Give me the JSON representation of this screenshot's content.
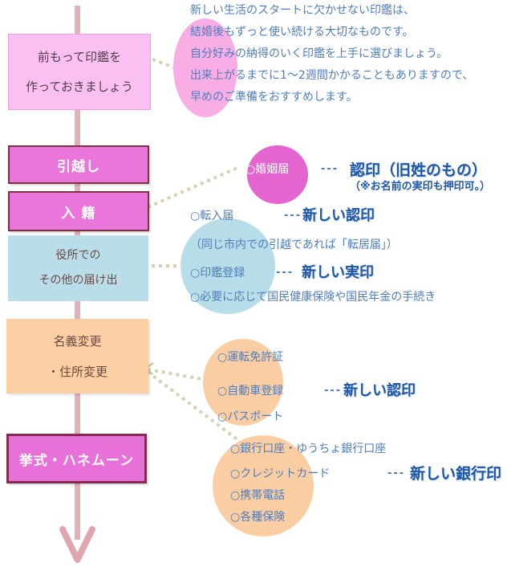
{
  "colors": {
    "timeline_pink": "#E3B0B7",
    "magenta_box_fill": "#EB76DB",
    "magenta_box_border": "#7E3240",
    "intro_box_fill": "#FBC0F2",
    "light_blue_fill": "#B9DEE9",
    "peach_fill": "#FBCFA3",
    "pink_circle_fill": "#E465D0",
    "pale_pink_ellipse": "#F8AEE4",
    "body_text_blue": "#4E7DBE",
    "emphasis_blue": "#1C57A8",
    "box_text_brown": "#6C4A43",
    "dotted_connector_tan": "#D8D0B3"
  },
  "intro": {
    "box_line1": "前もって印鑑を",
    "box_line2": "作っておきましょう",
    "paragraph": [
      "新しい生活のスタートに欠かせない印鑑は、",
      "結婚後もずっと使い続ける大切なものです。",
      "自分好みの納得のいく印鑑を上手に選びましょう。",
      "出来上がるまでに1～2週間かかることもありますので、",
      "早めのご準備をおすすめします。"
    ]
  },
  "steps": {
    "moving": "引越し",
    "marriage_registration": "入 籍",
    "city_office_line1": "役所での",
    "city_office_line2": "その他の届け出",
    "name_change_line1": "名義変更",
    "name_change_line2": "・住所変更",
    "ceremony_honeymoon": "挙式・ハネムーン"
  },
  "marriage_group": {
    "item": "○婚姻届",
    "dashes": "---",
    "seal": "認印（旧姓のもの）",
    "note": "（※お名前の実印も押印可。）"
  },
  "office_group": {
    "row1_item": "○転入届",
    "row1_dashes": "---",
    "row1_seal": "新しい認印",
    "row2_note": "（同じ市内での引越であれば「転居届」）",
    "row3_item": "○印鑑登録",
    "row3_dashes": "---",
    "row3_seal": "新しい実印",
    "row4_item": "○必要に応じて国民健康保険や国民年金の手続き"
  },
  "documents_group": {
    "item1": "○運転免許証",
    "item2": "○自動車登録",
    "item3": "○パスポート",
    "dashes": "---",
    "seal": "新しい認印"
  },
  "accounts_group": {
    "item1": "○銀行口座・ゆうちょ銀行口座",
    "item2": "○クレジットカード",
    "item3": "○携帯電話",
    "item4": "○各種保険",
    "dashes": "---",
    "seal": "新しい銀行印"
  }
}
